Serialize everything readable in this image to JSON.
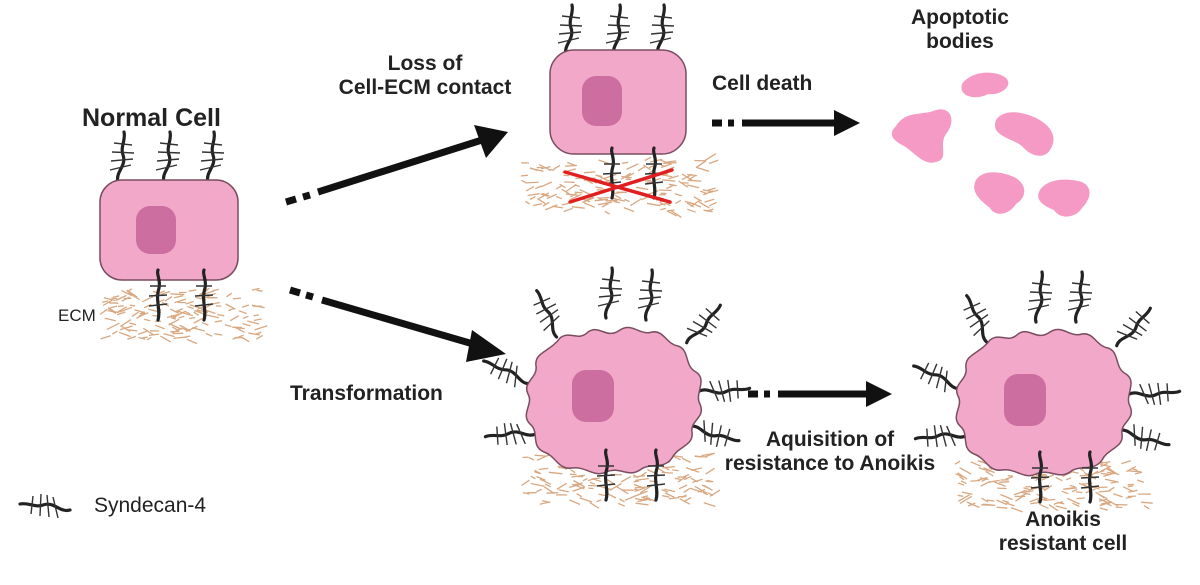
{
  "labels": {
    "normal_cell": "Normal Cell",
    "ecm": "ECM",
    "loss_of_contact_1": "Loss of",
    "loss_of_contact_2": "Cell-ECM contact",
    "cell_death": "Cell death",
    "apoptotic_bodies_1": "Apoptotic",
    "apoptotic_bodies_2": "bodies",
    "transformation": "Transformation",
    "acquisition_1": "Aquisition of",
    "acquisition_2": "resistance to Anoikis",
    "anoikis_resistant_1": "Anoikis",
    "anoikis_resistant_2": "resistant cell",
    "legend_syndecan": "Syndecan-4"
  },
  "colors": {
    "cell_fill": "#f2a9c9",
    "cell_outline": "#7a4d60",
    "nucleus": "#c8679a",
    "ecm_fiber": "#d8a882",
    "arrow": "#111111",
    "cross": "#e02020",
    "apoptotic_body": "#f49ac4",
    "syndecan": "#2a2a2a"
  }
}
